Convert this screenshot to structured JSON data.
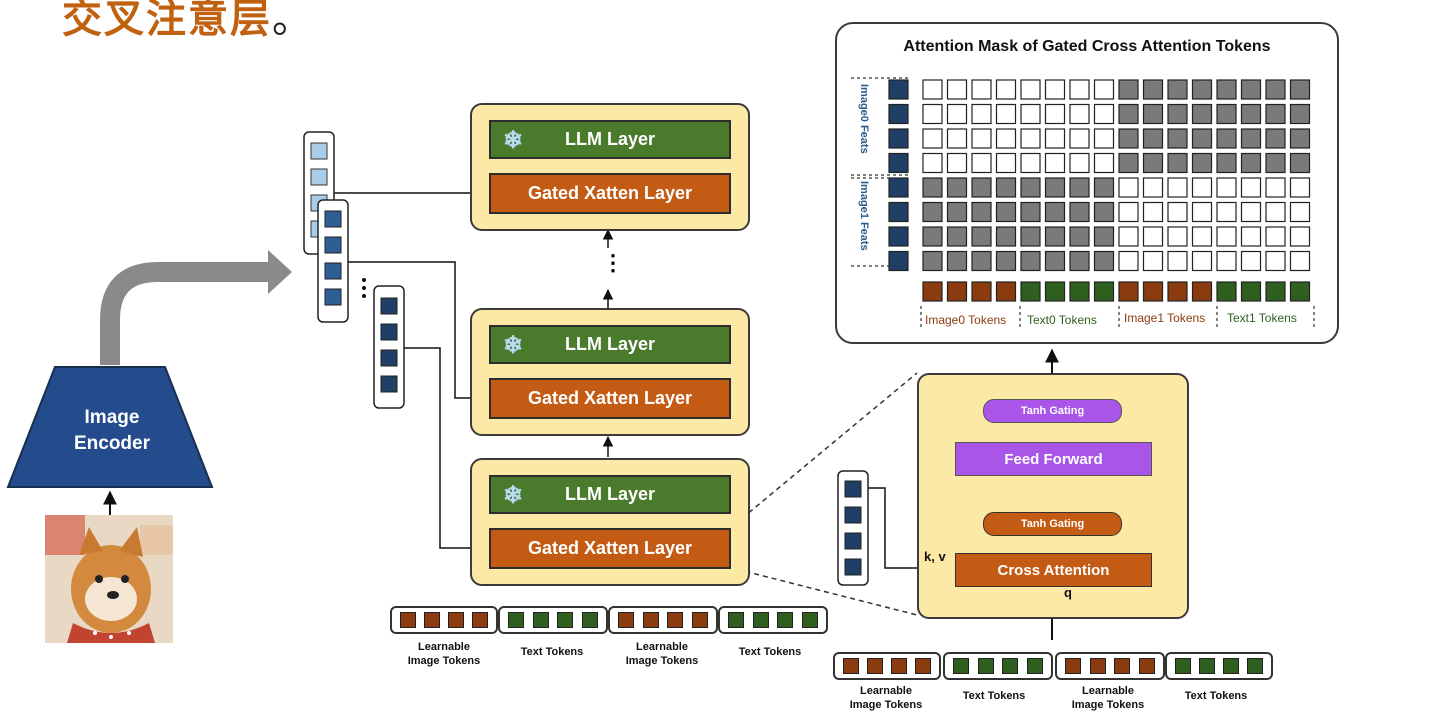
{
  "heading": {
    "text": "交叉注意层",
    "suffix": "。"
  },
  "encoder": {
    "label_line1": "Image",
    "label_line2": "Encoder"
  },
  "stack": {
    "llm_label": "LLM Layer",
    "gated_label": "Gated Xatten Layer",
    "ellipsis": "⋮"
  },
  "mask": {
    "title": "Attention Mask of Gated Cross Attention Tokens",
    "row_labels": [
      "Image0 Feats",
      "Image1 Feats"
    ],
    "token_labels": [
      "Image0 Tokens",
      "Text0 Tokens",
      "Image1 Tokens",
      "Text1 Tokens"
    ],
    "colors": {
      "image_token": "#8a3c10",
      "text_token": "#2f5f1f",
      "masked": "#7a7a7a",
      "open": "#ffffff",
      "feat": "#1f3f66"
    }
  },
  "block": {
    "tanh_gating": "Tanh Gating",
    "feed_forward": "Feed Forward",
    "cross_attention": "Cross Attention",
    "kv_label": "k, v",
    "q_label": "q"
  },
  "tokens": {
    "learnable_line1": "Learnable",
    "learnable_line2": "Image Tokens",
    "text_label": "Text Tokens"
  },
  "colors": {
    "accent_orange": "#c45b14",
    "llm_green": "#4a7a2c",
    "panel_yellow": "#fde9a6",
    "encoder_blue": "#244c8c",
    "purple": "#a855e8"
  }
}
